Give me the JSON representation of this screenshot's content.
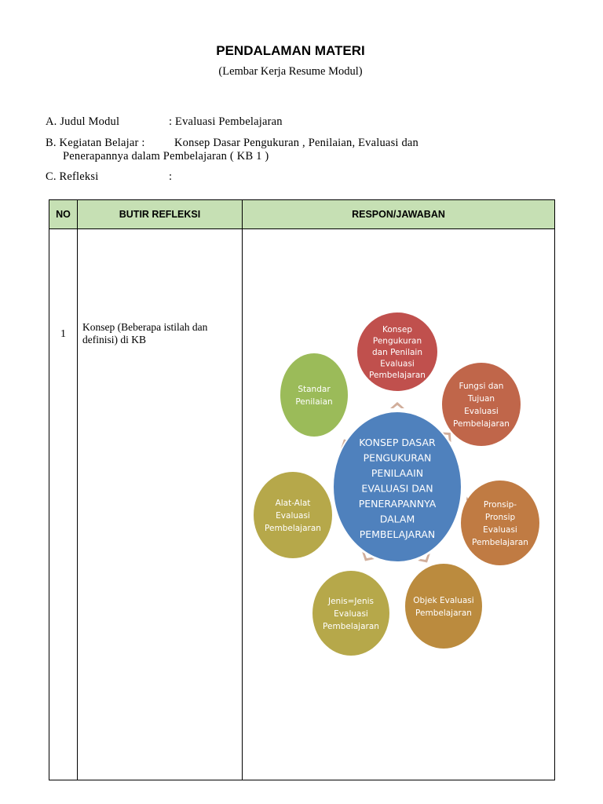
{
  "header": {
    "title": "PENDALAMAN MATERI",
    "subtitle": "(Lembar Kerja Resume Modul)"
  },
  "fields": {
    "a": {
      "label": "A.  Judul Modul",
      "value": ": Evaluasi Pembelajaran"
    },
    "b": {
      "label": "B.  Kegiatan Belajar :",
      "value_line1": "Konsep Dasar Pengukuran , Penilaian, Evaluasi dan",
      "value_line2": "Penerapannya dalam Pembelajaran ( KB 1 )"
    },
    "c": {
      "label": "C.  Refleksi",
      "value": ":"
    }
  },
  "table": {
    "headers": {
      "no": "NO",
      "butir": "BUTIR REFLEKSI",
      "respon": "RESPON/JAWABAN"
    },
    "rows": [
      {
        "no": "1",
        "butir": "Konsep (Beberapa istilah dan definisi) di KB"
      }
    ]
  },
  "diagram": {
    "colors": {
      "center": "#4f81bd",
      "red": "#c0504d",
      "orange": "#c0664a",
      "brown": "#c07b43",
      "ochre": "#bb8b3e",
      "olive": "#b6a84a",
      "green": "#9bbb59",
      "text": "#ffffff"
    },
    "center": [
      "KONSEP DASAR",
      "PENGUKURAN",
      "PENILAAIN",
      "EVALUASI DAN",
      "PENERAPANNYA",
      "DALAM",
      "PEMBELAJARAN"
    ],
    "nodes": [
      {
        "lines": [
          "Konsep",
          "Pengukuran",
          "dan Penilain",
          "Evaluasi",
          "Pembelajaran"
        ]
      },
      {
        "lines": [
          "Fungsi dan",
          "Tujuan",
          "Evaluasi",
          "Pembelajaran"
        ]
      },
      {
        "lines": [
          "Pronsip-",
          "Pronsip",
          "Evaluasi",
          "Pembelajaran"
        ]
      },
      {
        "lines": [
          "Objek Evaluasi",
          "Pembelajaran"
        ]
      },
      {
        "lines": [
          "Jenis=Jenis",
          "Evaluasi",
          "Pembelajaran"
        ]
      },
      {
        "lines": [
          "Alat-Alat",
          "Evaluasi",
          "Pembelajaran"
        ]
      },
      {
        "lines": [
          "Standar",
          "Penilaian"
        ]
      }
    ]
  }
}
